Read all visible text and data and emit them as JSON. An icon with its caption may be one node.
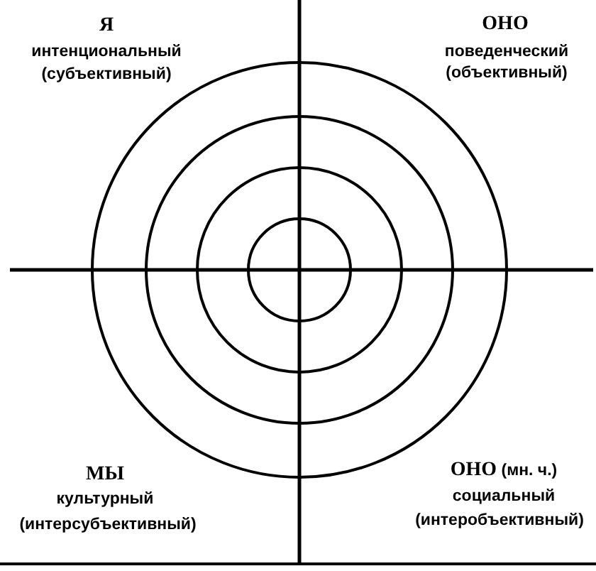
{
  "diagram": {
    "labels": [
      "Я",
      "интенциональный",
      "(субъективный)",
      "ОНО",
      "поведенческий",
      "(объективный)",
      "МЫ",
      "культурный",
      "(интерсубъективный)",
      "**ОНО** (мн. ч.)",
      "социальный",
      "(интеробъективный)"
    ]
  }
}
